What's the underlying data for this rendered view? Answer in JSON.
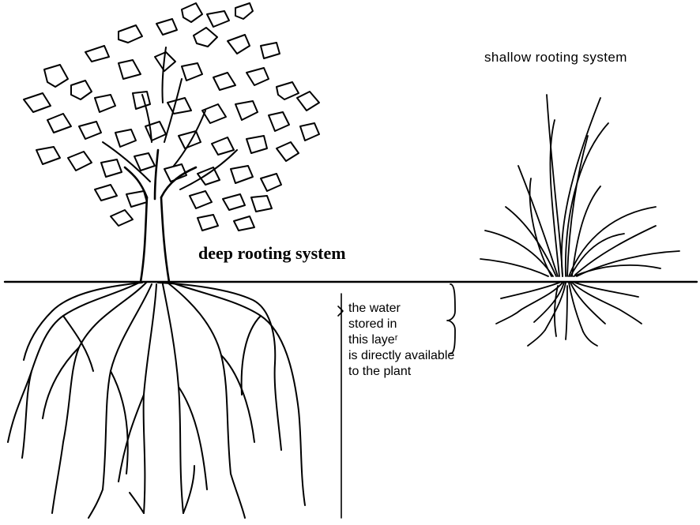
{
  "labels": {
    "shallow": "shallow rooting system",
    "deep": "deep rooting system",
    "water_lines": [
      "the water",
      "stored in",
      "this layeʳ",
      "is directly available",
      "to the plant"
    ]
  },
  "colors": {
    "ink": "#000000",
    "background": "#ffffff"
  }
}
